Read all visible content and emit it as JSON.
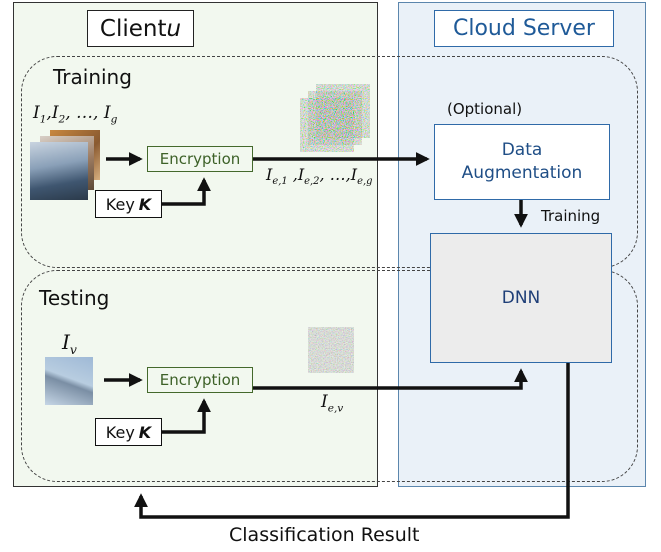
{
  "client": {
    "title_prefix": "Client ",
    "title_var": "u"
  },
  "cloud": {
    "title": "Cloud Server"
  },
  "training": {
    "label": "Training",
    "input_images": {
      "i1": "I",
      "s1": "1",
      "i2": "I",
      "s2": "2",
      "dots": ", …, ",
      "ig": "I",
      "sg": "g",
      "sep": ","
    },
    "encryption_label": "Encryption",
    "key_label": "Key",
    "key_var": "K",
    "encrypted_images": {
      "a": "I",
      "sa": "e,1",
      "b": "I",
      "sb": "e,2",
      "dots": ", …,",
      "c": "I",
      "sc": "e,g",
      "sep": " ,"
    }
  },
  "testing": {
    "label": "Testing",
    "input_image": {
      "base": "I",
      "sub": "v"
    },
    "encryption_label": "Encryption",
    "key_label": "Key",
    "key_var": "K",
    "encrypted_image": {
      "base": "I",
      "sub": "e,v"
    }
  },
  "server": {
    "optional_label": "(Optional)",
    "augmentation_line1": "Data",
    "augmentation_line2": "Augmentation",
    "training_edge_label": "Training",
    "dnn_label": "DNN"
  },
  "result_label": "Classification Result"
}
